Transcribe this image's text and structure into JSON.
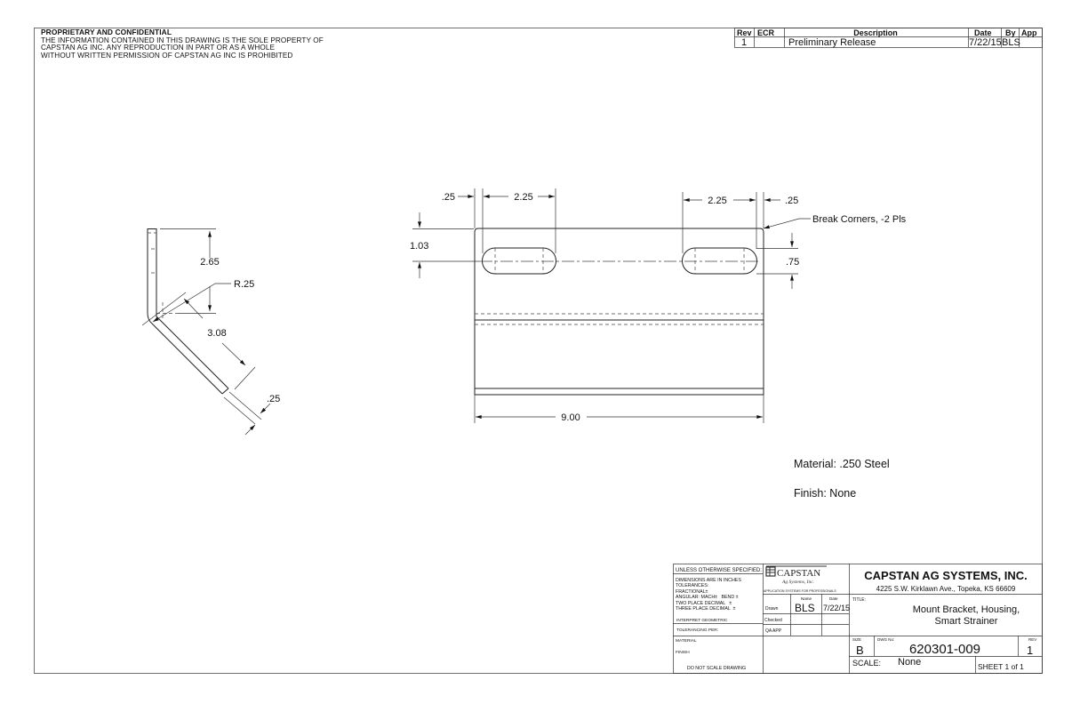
{
  "notice": {
    "heading": "PROPRIETARY AND CONFIDENTIAL",
    "lines": [
      "THE INFORMATION CONTAINED IN THIS DRAWING IS THE SOLE PROPERTY OF",
      "CAPSTAN AG INC. ANY REPRODUCTION IN PART OR AS A WHOLE",
      "WITHOUT WRITTEN PERMISSION OF CAPSTAN AG INC IS PROHIBITED"
    ]
  },
  "revision_table": {
    "headers": [
      "Rev",
      "ECR",
      "Description",
      "Date",
      "By",
      "App"
    ],
    "rows": [
      [
        "1",
        "",
        "Preliminary Release",
        "7/22/15",
        "BLS",
        ""
      ]
    ]
  },
  "side_view": {
    "dims": {
      "height": "2.65",
      "radius": "R.25",
      "length": "3.08",
      "thickness": ".25"
    }
  },
  "front_view": {
    "dims": {
      "left_edge": ".25",
      "left_slot": "2.25",
      "right_slot": "2.25",
      "right_edge": ".25",
      "slot_height_pos": "1.03",
      "slot_width": ".75",
      "width": "9.00"
    },
    "note": "Break Corners, -2 Pls"
  },
  "notes": {
    "material": "Material: .250 Steel",
    "finish": "Finish: None"
  },
  "title_block": {
    "spec": {
      "header": "UNLESS OTHERWISE SPECIFIED:",
      "lines": [
        "DIMENSIONS ARE IN INCHES",
        "TOLERANCES:",
        "FRACTIONAL±",
        "ANGULAR: MACH±   BEND ±",
        "TWO PLACE DECIMAL   ±",
        "THREE PLACE DECIMAL  ±"
      ],
      "geo1": "INTERPRET GEOMETRIC",
      "geo2": "TOLERANCING PER:",
      "material": "MATERIAL",
      "finish": "FINISH",
      "noscale": "DO NOT SCALE DRAWING"
    },
    "logo": {
      "name": "CAPSTAN",
      "sub": "Ag Systems, Inc.",
      "tagline": "APPLICATION SYSTEMS FOR PROFESSIONALS"
    },
    "approvals": {
      "name_header": "Name",
      "date_header": "Date",
      "drawn_label": "Drawn",
      "drawn_name": "BLS",
      "drawn_date": "7/22/15",
      "checked_label": "Checked",
      "qa_label": "QA APP"
    },
    "company": "CAPSTAN AG SYSTEMS, INC.",
    "address": "4225 S.W. Kirklawn Ave., Topeka, KS 66609",
    "title_label": "TITLE:",
    "title_line1": "Mount Bracket, Housing,",
    "title_line2": "Smart Strainer",
    "size_label": "SIZE",
    "size": "B",
    "dwg_label": "DWG No:",
    "dwg_no": "620301-009",
    "rev_label": "REV",
    "rev": "1",
    "scale_label": "SCALE:",
    "scale": "None",
    "sheet": "SHEET 1 of 1"
  }
}
